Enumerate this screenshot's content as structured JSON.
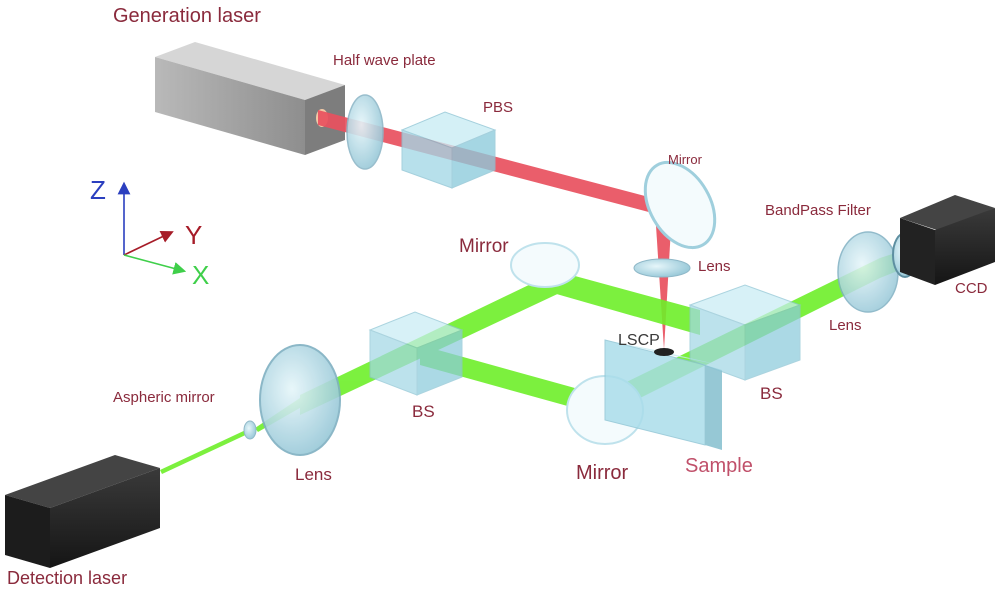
{
  "labels": {
    "generation_laser": "Generation laser",
    "half_wave_plate": "Half wave plate",
    "pbs": "PBS",
    "mirror_top": "Mirror",
    "bandpass_filter": "BandPass Filter",
    "mirror_left": "Mirror",
    "lens_focus": "Lens",
    "ccd": "CCD",
    "lscp": "LSCP",
    "lens_right": "Lens",
    "bs_right": "BS",
    "aspheric_mirror": "Aspheric mirror",
    "bs_left": "BS",
    "lens_left": "Lens",
    "mirror_bottom": "Mirror",
    "sample": "Sample",
    "detection_laser": "Detection laser"
  },
  "axes": {
    "z": "Z",
    "y": "Y",
    "x": "X"
  },
  "colors": {
    "label": "#8a2a3c",
    "sample_label": "#c0506a",
    "generation_beam": "#e8505e",
    "detection_beam": "#6eef2a",
    "optics": "#a9dbe8",
    "axis_z": "#2b3fbf",
    "axis_y": "#a61c28",
    "axis_x": "#3fcf4a"
  }
}
